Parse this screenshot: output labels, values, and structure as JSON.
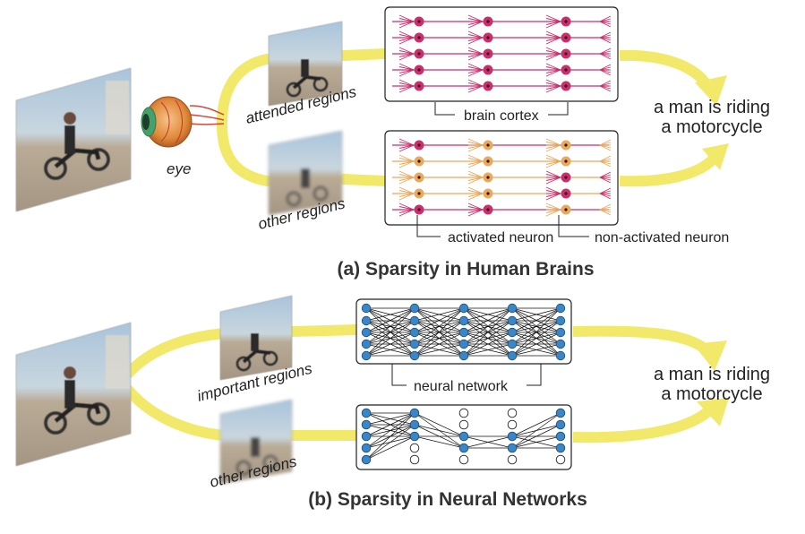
{
  "colors": {
    "flow_arrow": "#f2e96a",
    "activated": "#cc2e6c",
    "non_activated": "#e9a85a",
    "nn_node": "#3b86c8",
    "nn_edge": "#111111"
  },
  "panel_a": {
    "caption": "(a) Sparsity in Human Brains",
    "eye_label": "eye",
    "attended_label": "attended regions",
    "other_label": "other regions",
    "cortex_label": "brain cortex",
    "activated_label": "activated neuron",
    "non_activated_label": "non-activated neuron",
    "output_line1": "a man is riding",
    "output_line2": "a motorcycle"
  },
  "panel_b": {
    "caption": "(b) Sparsity in Neural Networks",
    "important_label": "important regions",
    "other_label": "other regions",
    "network_label": "neural network",
    "output_line1": "a man is riding",
    "output_line2": "a motorcycle"
  },
  "icons": {
    "photo": "motorcycle-rider-photo",
    "eye": "eye-icon"
  }
}
